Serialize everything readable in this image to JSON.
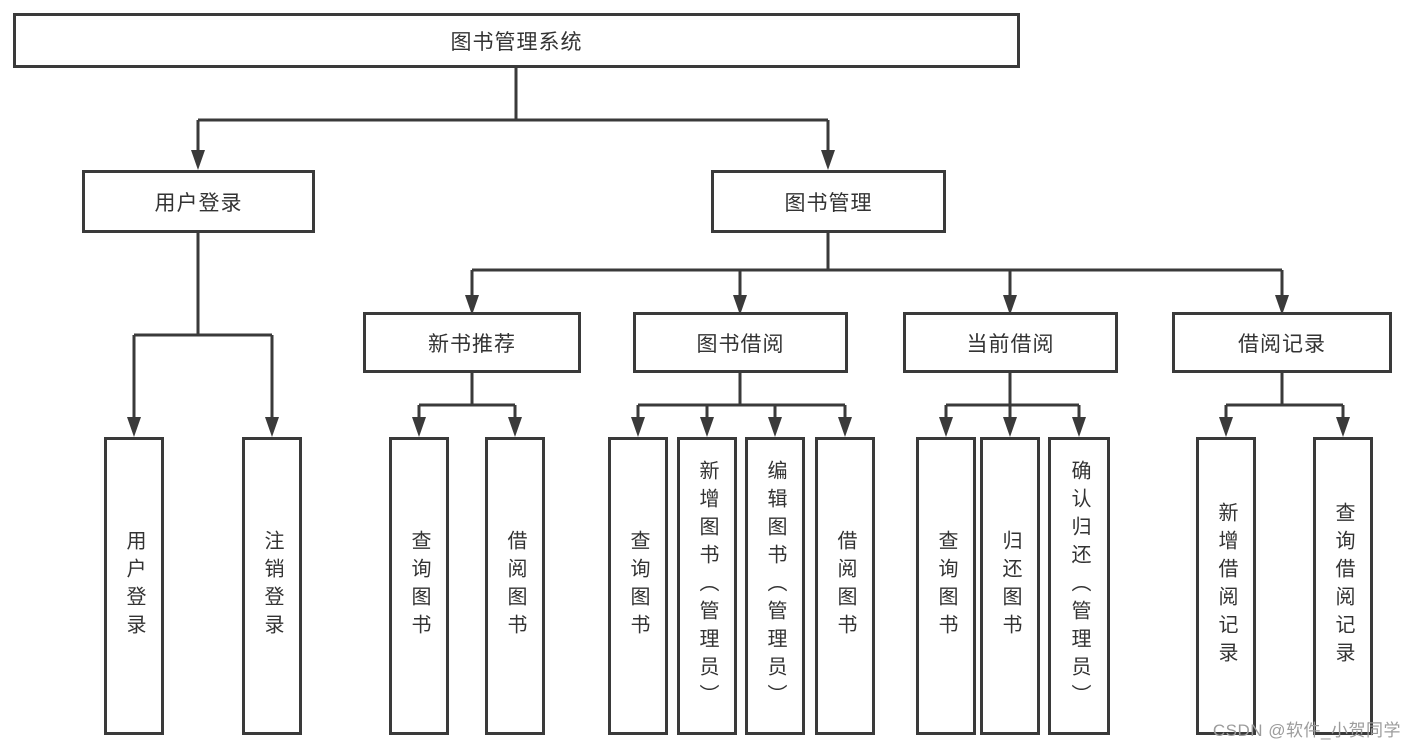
{
  "colors": {
    "background": "#ffffff",
    "line": "#3a3a3a",
    "box_border": "#3a3a3a",
    "text": "#333333",
    "watermark": "#9c9c9c"
  },
  "diagram": {
    "root": {
      "label": "图书管理系统"
    },
    "level1": [
      {
        "label": "用户登录"
      },
      {
        "label": "图书管理"
      }
    ],
    "level2": [
      {
        "label": "新书推荐"
      },
      {
        "label": "图书借阅"
      },
      {
        "label": "当前借阅"
      },
      {
        "label": "借阅记录"
      }
    ],
    "leaves": {
      "user_login": [
        {
          "label": "用户登录"
        },
        {
          "label": "注销登录"
        }
      ],
      "new_book_recommend": [
        {
          "label": "查询图书"
        },
        {
          "label": "借阅图书"
        }
      ],
      "book_borrow": [
        {
          "label": "查询图书"
        },
        {
          "label": "新增图书（管理员）"
        },
        {
          "label": "编辑图书（管理员）"
        },
        {
          "label": "借阅图书"
        }
      ],
      "current_borrow": [
        {
          "label": "查询图书"
        },
        {
          "label": "归还图书"
        },
        {
          "label": "确认归还（管理员）"
        }
      ],
      "borrow_records": [
        {
          "label": "新增借阅记录"
        },
        {
          "label": "查询借阅记录"
        }
      ]
    }
  },
  "watermark": {
    "text": "CSDN @软件_小贺同学"
  }
}
